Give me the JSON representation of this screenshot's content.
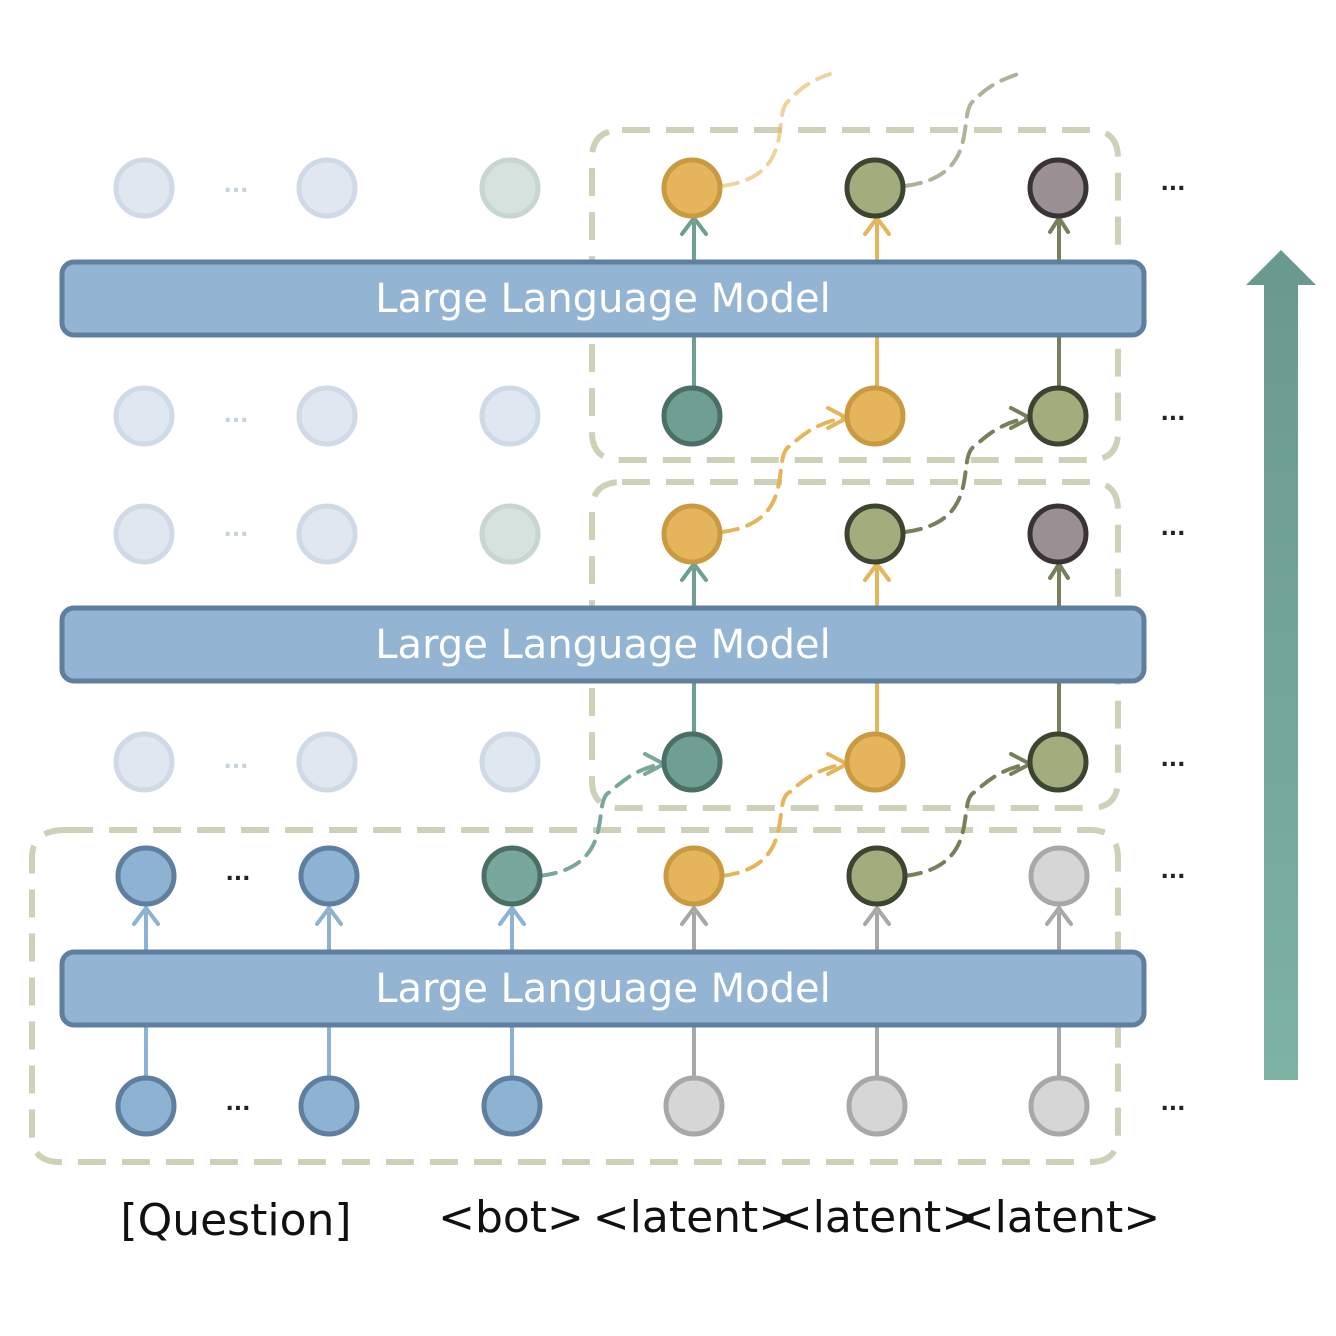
{
  "model_label": "Large Language Model",
  "ellipsis": "...",
  "bottom_labels": {
    "question": "[Question]",
    "bot": "<bot>",
    "latent_1": "<latent>",
    "latent_2": "<latent>",
    "latent_3": "<latent>"
  },
  "colors": {
    "question": "#8eb2d2",
    "bot_hidden": "#78a79b",
    "thought_1": "#e4b55a",
    "thought_2": "#a2ad7d",
    "next_token": "#9a8f92",
    "empty_latent": "#d6d6d6",
    "faded": "#dfe7f1",
    "llm_bar": "#94b4d3",
    "boundary": "#ccd2b7",
    "progress_arrow": "#7aa99d"
  }
}
